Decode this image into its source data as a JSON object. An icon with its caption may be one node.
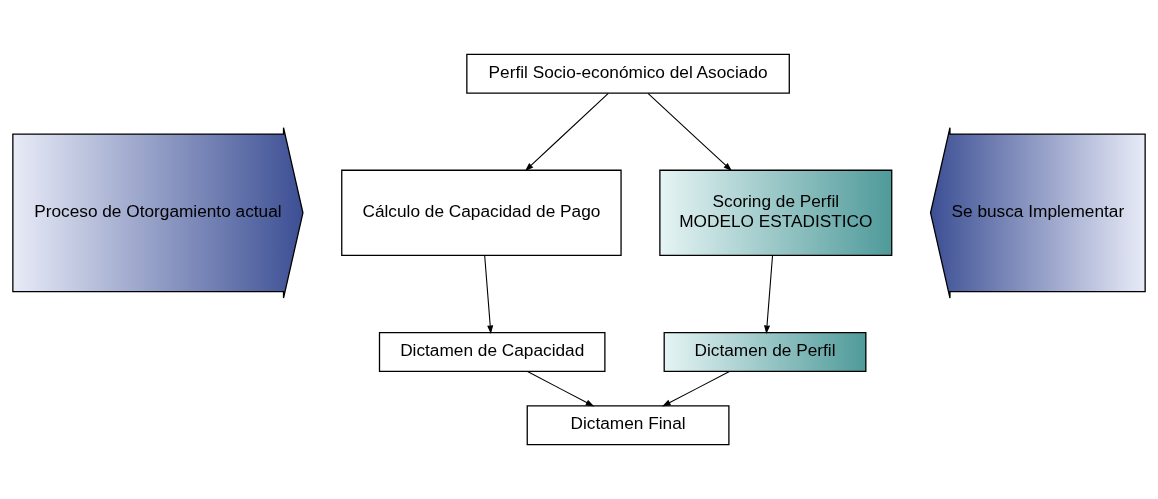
{
  "diagram": {
    "nodes": [
      {
        "text": [
          "Perfil Socio-económico del Asociado"
        ]
      },
      {
        "text": [
          "Cálculo de Capacidad de Pago"
        ]
      },
      {
        "text": [
          "Scoring de Perfil",
          "MODELO ESTADISTICO"
        ]
      },
      {
        "text": [
          "Dictamen de Capacidad"
        ]
      },
      {
        "text": [
          "Dictamen de Perfil"
        ]
      },
      {
        "text": [
          "Dictamen Final"
        ]
      },
      {
        "text": [
          "Proceso de Otorgamiento actual"
        ]
      },
      {
        "text": [
          "Se busca Implementar"
        ]
      }
    ],
    "edges": [
      {
        "from": 0,
        "to": 1,
        "arrow": "to"
      },
      {
        "from": 0,
        "to": 2,
        "arrow": "to"
      },
      {
        "from": 1,
        "to": 3,
        "arrow": "to"
      },
      {
        "from": 2,
        "to": 4,
        "arrow": "to"
      },
      {
        "from": 3,
        "to": 5,
        "arrow": "to"
      },
      {
        "from": 4,
        "to": 5,
        "arrow": "to"
      }
    ]
  }
}
